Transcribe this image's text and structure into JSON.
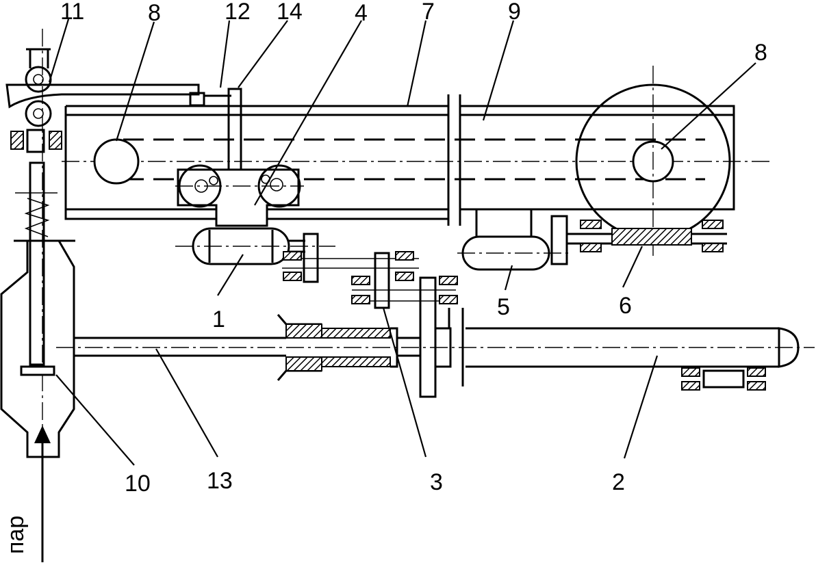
{
  "labels": {
    "l1": "1",
    "l2": "2",
    "l3": "3",
    "l4": "4",
    "l5": "5",
    "l6": "6",
    "l7": "7",
    "l8a": "8",
    "l8b": "8",
    "l9": "9",
    "l10": "10",
    "l11": "11",
    "l12": "12",
    "l13": "13",
    "l14": "14"
  },
  "steam_label": "пар",
  "colors": {
    "ink": "#000000",
    "paper": "#ffffff"
  }
}
